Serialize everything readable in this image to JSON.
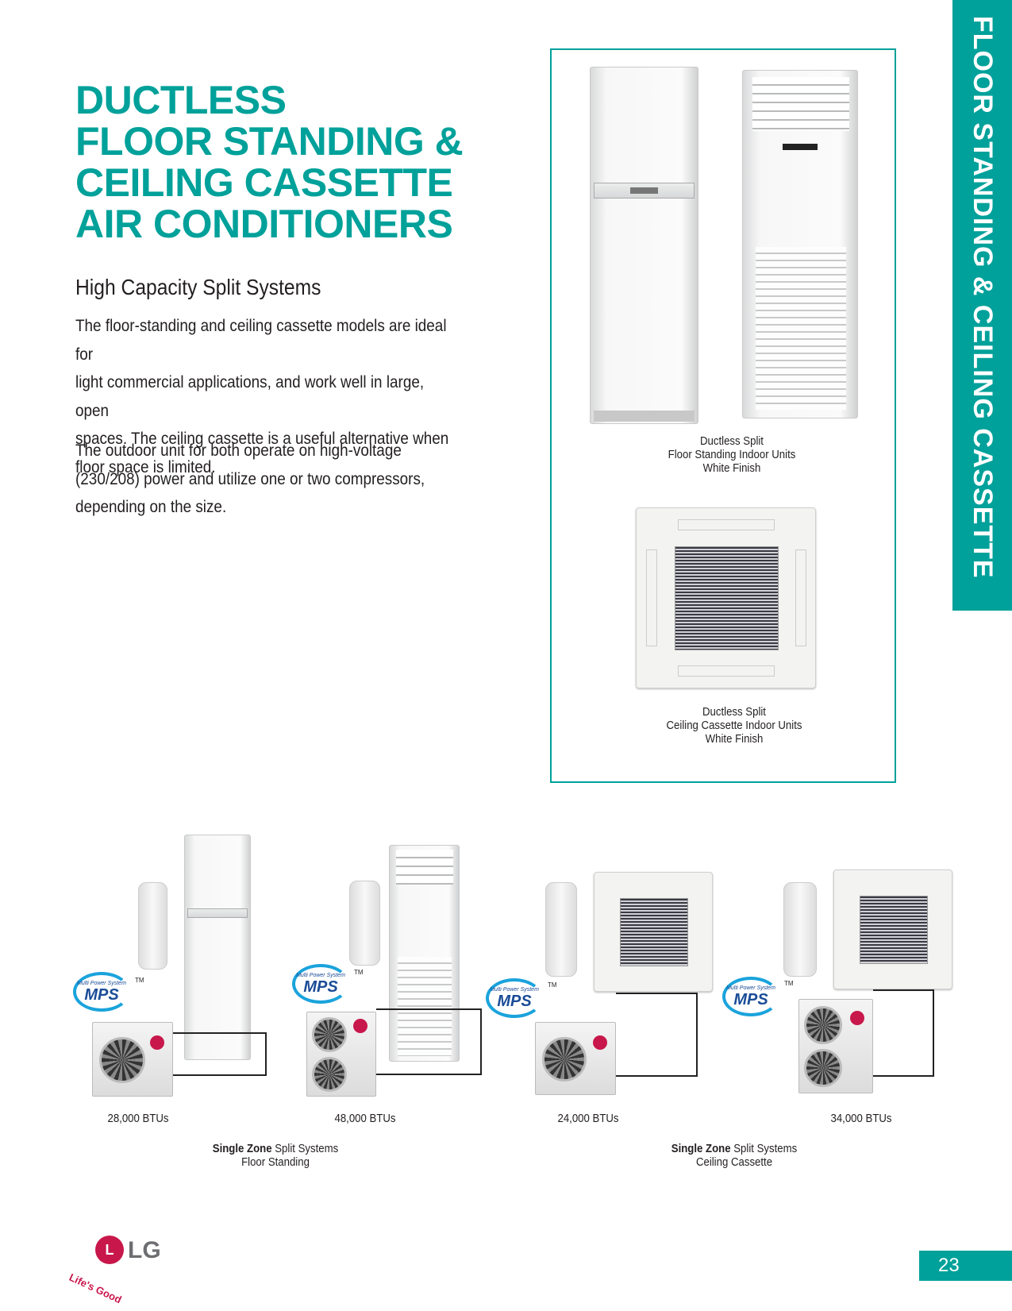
{
  "title_lines": [
    "DUCTLESS",
    "FLOOR STANDING &",
    "CEILING CASSETTE",
    "AIR CONDITIONERS"
  ],
  "subtitle": "High Capacity Split Systems",
  "paragraphs": [
    [
      "The floor-standing and ceiling cassette models are ideal for",
      "light commercial applications, and work well in large, open",
      "spaces. The ceiling cassette is a useful alternative when",
      "floor space is limited."
    ],
    [
      "The outdoor unit for both operate on high-voltage",
      "(230/208) power and utilize one or two compressors,",
      "depending on the size."
    ]
  ],
  "side_tab": "FLOOR STANDING & CEILING CASSETTE",
  "captions": {
    "floor": [
      "Ductless Split",
      "Floor Standing Indoor Units",
      "White Finish"
    ],
    "cassette": [
      "Ductless Split",
      "Ceiling Cassette Indoor Units",
      "White Finish"
    ]
  },
  "systems": [
    {
      "btu": "28,000 BTUs"
    },
    {
      "btu": "48,000 BTUs"
    },
    {
      "btu": "24,000 BTUs"
    },
    {
      "btu": "34,000 BTUs"
    }
  ],
  "group_captions": [
    {
      "bold": "Single Zone",
      "rest": " Split Systems",
      "sub": "Floor Standing"
    },
    {
      "bold": "Single Zone",
      "rest": " Split Systems",
      "sub": "Ceiling Cassette"
    }
  ],
  "mps": {
    "label": "MPS",
    "tagline": "Multi Power System",
    "tm": "TM"
  },
  "logo": {
    "brand": "LG",
    "slogan": "Life's Good"
  },
  "page_number": "23",
  "colors": {
    "accent": "#00a19a",
    "lg_red": "#c8174b",
    "mps_blue": "#1a4c97"
  }
}
